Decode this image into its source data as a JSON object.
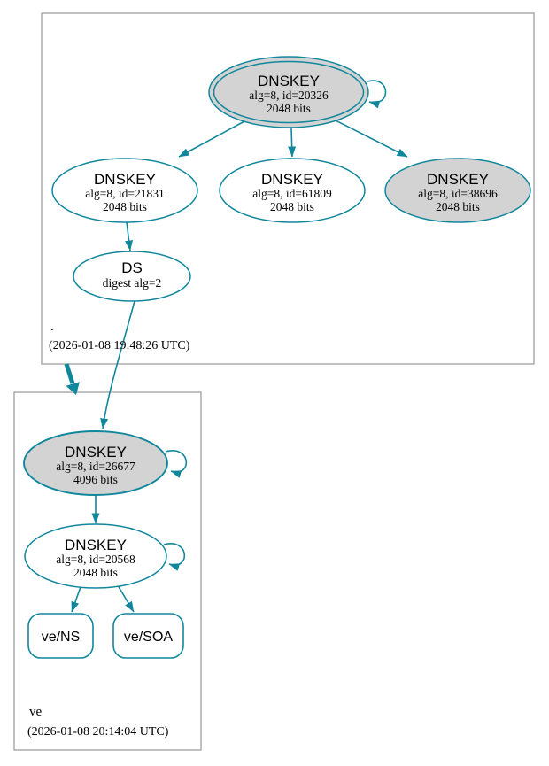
{
  "diagram": {
    "kind": "dnssec-authentication-chain",
    "zones": {
      "root": {
        "name": ".",
        "timestamp": "(2026-01-08 19:48:26 UTC)"
      },
      "ve": {
        "name": "ve",
        "timestamp": "(2026-01-08 20:14:04 UTC)"
      }
    },
    "nodes": {
      "dnskey_20326": {
        "type": "DNSKEY",
        "detail": "alg=8, id=20326",
        "bits": "2048 bits"
      },
      "dnskey_21831": {
        "type": "DNSKEY",
        "detail": "alg=8, id=21831",
        "bits": "2048 bits"
      },
      "dnskey_61809": {
        "type": "DNSKEY",
        "detail": "alg=8, id=61809",
        "bits": "2048 bits"
      },
      "dnskey_38696": {
        "type": "DNSKEY",
        "detail": "alg=8, id=38696",
        "bits": "2048 bits"
      },
      "ds_root_ve": {
        "type": "DS",
        "detail": "digest alg=2"
      },
      "dnskey_26677": {
        "type": "DNSKEY",
        "detail": "alg=8, id=26677",
        "bits": "4096 bits"
      },
      "dnskey_20568": {
        "type": "DNSKEY",
        "detail": "alg=8, id=20568",
        "bits": "2048 bits"
      },
      "rrset_ve_ns": {
        "label": "ve/NS"
      },
      "rrset_ve_soa": {
        "label": "ve/SOA"
      }
    },
    "colors": {
      "secure_edge": "#11879c",
      "node_fill_sep_key": "#d3d3d3",
      "node_fill_plain": "#ffffff",
      "zone_border": "#969696",
      "text": "#000000"
    }
  }
}
